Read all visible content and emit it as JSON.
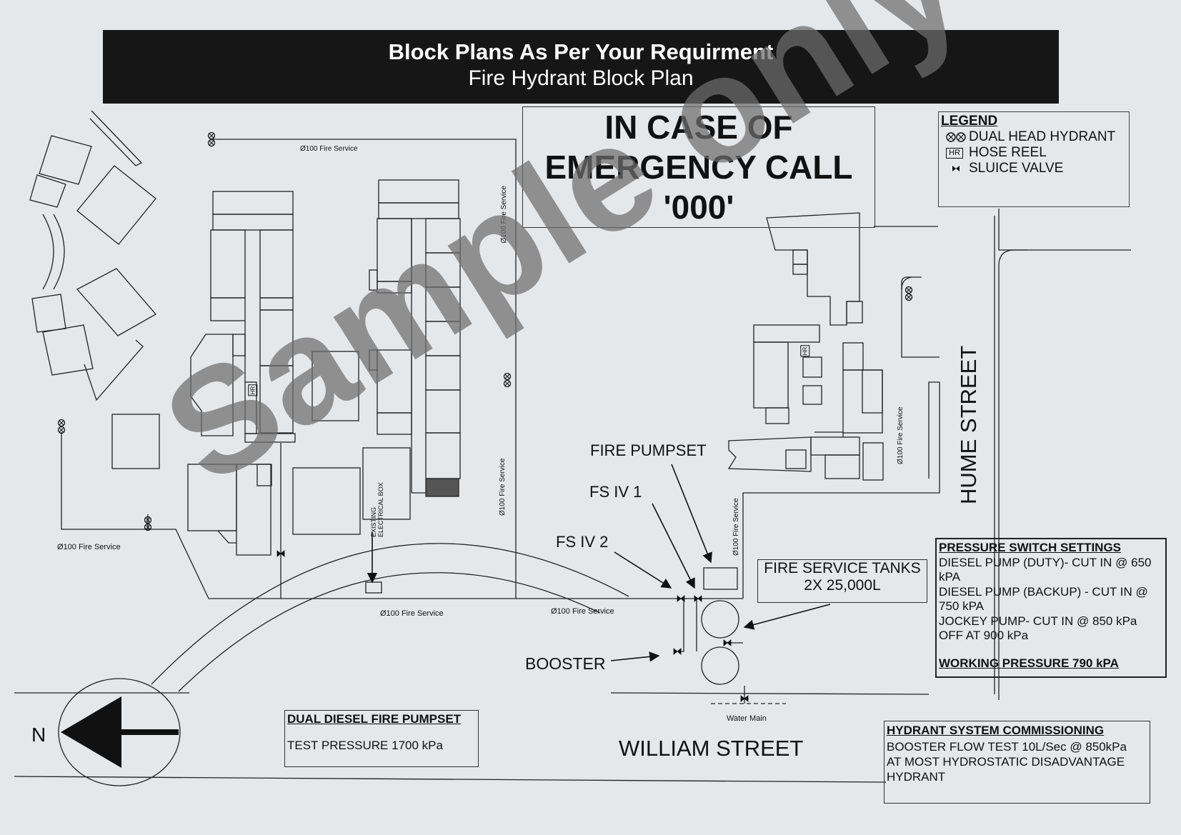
{
  "header": {
    "title": "Block Plans As Per Your Requirment",
    "subtitle": "Fire Hydrant Block Plan"
  },
  "emergency": {
    "line1": "IN CASE OF",
    "line2": "EMERGENCY CALL",
    "line3": "'000'"
  },
  "legend": {
    "title": "LEGEND",
    "items": [
      {
        "icon": "dual-head-hydrant-icon",
        "label": "DUAL HEAD HYDRANT"
      },
      {
        "icon": "hose-reel-icon",
        "icon_text": "HR",
        "label": "HOSE REEL"
      },
      {
        "icon": "sluice-valve-icon",
        "label": "SLUICE VALVE"
      }
    ]
  },
  "labels": {
    "fire_pumpset": "FIRE PUMPSET",
    "fs_iv_1": "FS IV 1",
    "fs_iv_2": "FS IV 2",
    "booster": "BOOSTER",
    "hume_street": "HUME STREET",
    "william_street": "WILLIAM STREET",
    "north": "N",
    "water_main": "Water Main",
    "existing_electrical_box_1": "EXISTING",
    "existing_electrical_box_2": "ELECTRICAL BOX",
    "hose_reel_mark": "HR",
    "pipe_top": "Ø100 Fire Service",
    "pipe_left": "Ø100 Fire Service",
    "pipe_bottom_left": "Ø100 Fire Service",
    "pipe_bottom_mid": "Ø100 Fire Service",
    "pipe_vertical_1": "Ø100 Fire Service",
    "pipe_vertical_2": "Ø100 Fire Service",
    "pipe_vertical_3": "Ø100 Fire Service",
    "pipe_vertical_4": "Ø100 Fire Service"
  },
  "tanks": {
    "line1": "FIRE SERVICE TANKS",
    "line2": "2X 25,000L"
  },
  "pressure": {
    "title": "PRESSURE SWITCH SETTINGS",
    "lines": [
      "DIESEL PUMP (DUTY)- CUT IN @ 650 kPA",
      "DIESEL PUMP (BACKUP) - CUT IN @ 750 kPA",
      "JOCKEY PUMP- CUT IN @ 850 kPa OFF AT 900 kPa"
    ],
    "working": "WORKING PRESSURE 790 kPA"
  },
  "dual": {
    "title": "DUAL DIESEL FIRE PUMPSET",
    "line": "TEST PRESSURE  1700 kPa"
  },
  "commission": {
    "title": "HYDRANT SYSTEM COMMISSIONING",
    "line1": "BOOSTER FLOW TEST 10L/Sec @ 850kPa",
    "line2": "AT MOST HYDROSTATIC DISADVANTAGE",
    "line3": "HYDRANT"
  },
  "watermark": "Sample only",
  "colors": {
    "background": "#e6e7e9",
    "header_bg": "#161616",
    "watermark": "#6e6e6e"
  }
}
